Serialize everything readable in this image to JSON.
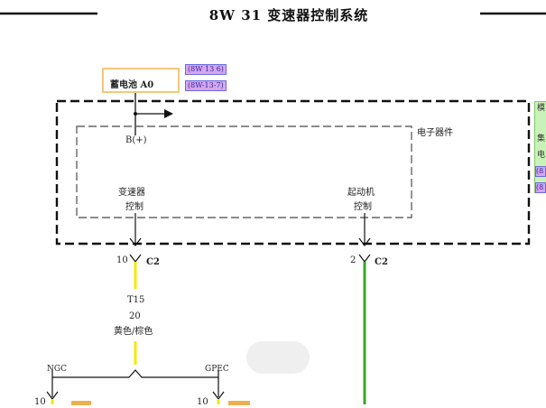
{
  "title": "8W 31 变速器控制系统",
  "battery": {
    "label": "蓄电池 A0"
  },
  "refs": [
    "(8W 13 6)",
    "(8W-13-7)"
  ],
  "module": {
    "label": "电子器件",
    "b_plus": "B(+)",
    "trans_control_line1": "变速器",
    "trans_control_line2": "控制",
    "starter_control_line1": "起动机",
    "starter_control_line2": "控制"
  },
  "connectors": {
    "left_pin": "10",
    "left_conn": "C2",
    "right_pin": "2",
    "right_conn": "C2"
  },
  "wire": {
    "circuit": "T15",
    "gauge": "20",
    "color": "黄色/棕色"
  },
  "splice": {
    "left": "NGC",
    "right": "GPEC",
    "left_pin": "10",
    "right_pin": "10"
  },
  "right_edge": {
    "lines": [
      "模",
      "集",
      "电"
    ],
    "refs": [
      "(8",
      "(8"
    ]
  },
  "colors": {
    "yellow_wire": "#f5e800",
    "green_wire": "#3aa52a",
    "ref_fill": "#d7a6ea",
    "battery_border": "#f3c87b",
    "edge_green": "#c9f2b8"
  }
}
